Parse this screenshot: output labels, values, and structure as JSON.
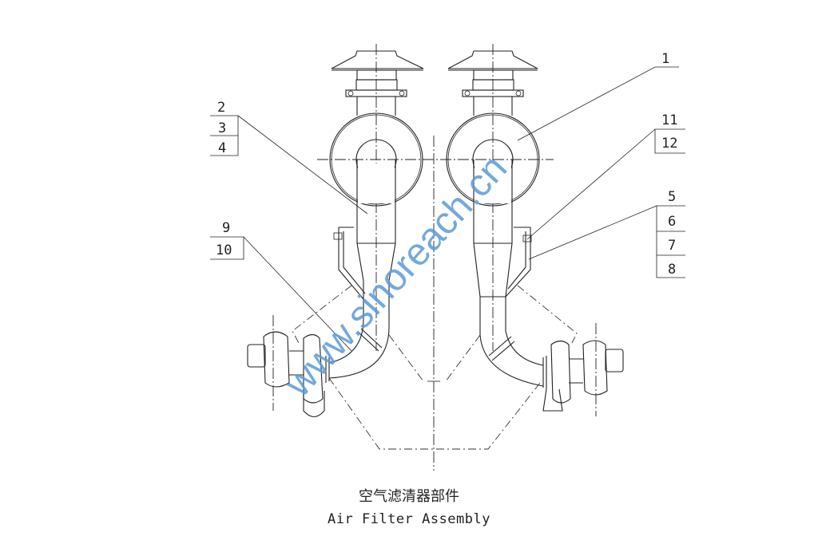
{
  "caption": {
    "chinese": "空气滤清器部件",
    "english": "Air Filter Assembly"
  },
  "callouts": {
    "left_top": [
      "2",
      "3",
      "4"
    ],
    "left_mid": [
      "9",
      "10"
    ],
    "right_top": [
      "1"
    ],
    "right_mid": [
      "11",
      "12"
    ],
    "right_low": [
      "5",
      "6",
      "7",
      "8"
    ]
  },
  "watermark": "www.sinoreach.cn",
  "colors": {
    "line": "#222222",
    "watermark": "#5b9bd5"
  }
}
